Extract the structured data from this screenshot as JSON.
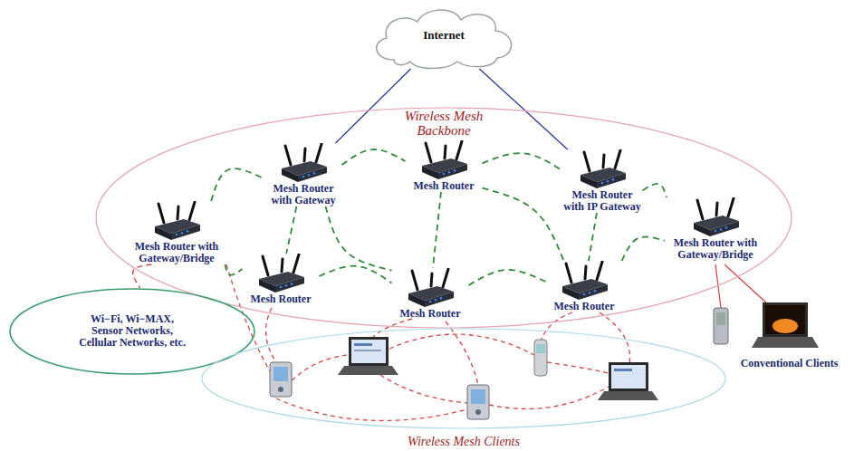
{
  "diagram": {
    "nodes": [
      {
        "text": [
          "Internet"
        ]
      },
      {
        "text": [
          "Wireless Mesh Backbone"
        ]
      },
      {
        "text": [
          "Mesh Router with Gateway"
        ],
        "in": 1
      },
      {
        "text": [
          "Mesh Router"
        ],
        "in": 1
      },
      {
        "text": [
          "Mesh Router with IP Gateway"
        ],
        "in": 1
      },
      {
        "text": [
          "Mesh Router with Gateway/Bridge"
        ],
        "in": 1
      },
      {
        "text": [
          "Mesh Router with Gateway/Bridge"
        ],
        "in": 1
      },
      {
        "text": [
          "Mesh Router"
        ],
        "in": 1
      },
      {
        "text": [
          "Mesh Router"
        ],
        "in": 1
      },
      {
        "text": [
          "Mesh Router"
        ],
        "in": 1
      },
      {
        "text": [
          "Wi−Fi, Wi−MAX, Sensor Networks, Cellular Networks, etc."
        ]
      },
      {
        "text": [
          "Wireless Mesh Clients"
        ]
      }
    ],
    "edges": [
      {
        "from": 0,
        "to": 2,
        "arrow": "none"
      },
      {
        "from": 0,
        "to": 4,
        "arrow": "none"
      },
      {
        "from": 5,
        "to": 2,
        "arrow": "none"
      },
      {
        "from": 2,
        "to": 3,
        "arrow": "none"
      },
      {
        "from": 3,
        "to": 4,
        "arrow": "none"
      },
      {
        "from": 4,
        "to": 6,
        "arrow": "none"
      },
      {
        "from": 5,
        "to": 7,
        "arrow": "none"
      },
      {
        "from": 2,
        "to": 7,
        "arrow": "none"
      },
      {
        "from": 2,
        "to": 8,
        "arrow": "none"
      },
      {
        "from": 3,
        "to": 8,
        "arrow": "none"
      },
      {
        "from": 3,
        "to": 9,
        "arrow": "none"
      },
      {
        "from": 4,
        "to": 9,
        "arrow": "none"
      },
      {
        "from": 7,
        "to": 8,
        "arrow": "none"
      },
      {
        "from": 8,
        "to": 9,
        "arrow": "none"
      },
      {
        "from": 9,
        "to": 6,
        "arrow": "none"
      },
      {
        "from": 5,
        "to": 10,
        "arrow": "none"
      }
    ],
    "labels": [
      "Conventional Clients"
    ]
  }
}
